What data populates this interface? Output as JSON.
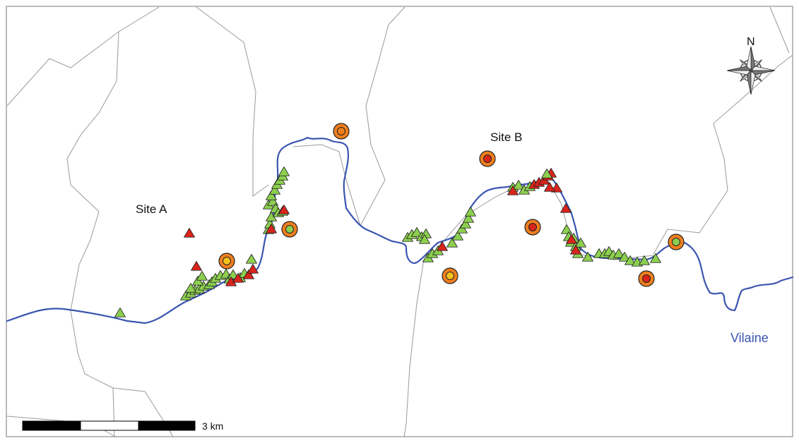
{
  "labels": {
    "site_a": "Site A",
    "site_b": "Site B",
    "river": "Vilaine",
    "north": "N",
    "scale": "3 km"
  },
  "colors": {
    "river": "#3b55b0",
    "boundary": "#9a9a9a",
    "triangle_green": "#8ccf4f",
    "triangle_red": "#d9241c",
    "ring_orange": "#f07f1e",
    "center_red": "#d9241c",
    "center_green": "#8ccf4f",
    "center_yellow": "#f4c21f"
  },
  "legend_symbols": {
    "site_circle_centers": [
      "red",
      "green",
      "yellow",
      "orange"
    ],
    "triangle_colors": [
      "green",
      "red"
    ]
  }
}
